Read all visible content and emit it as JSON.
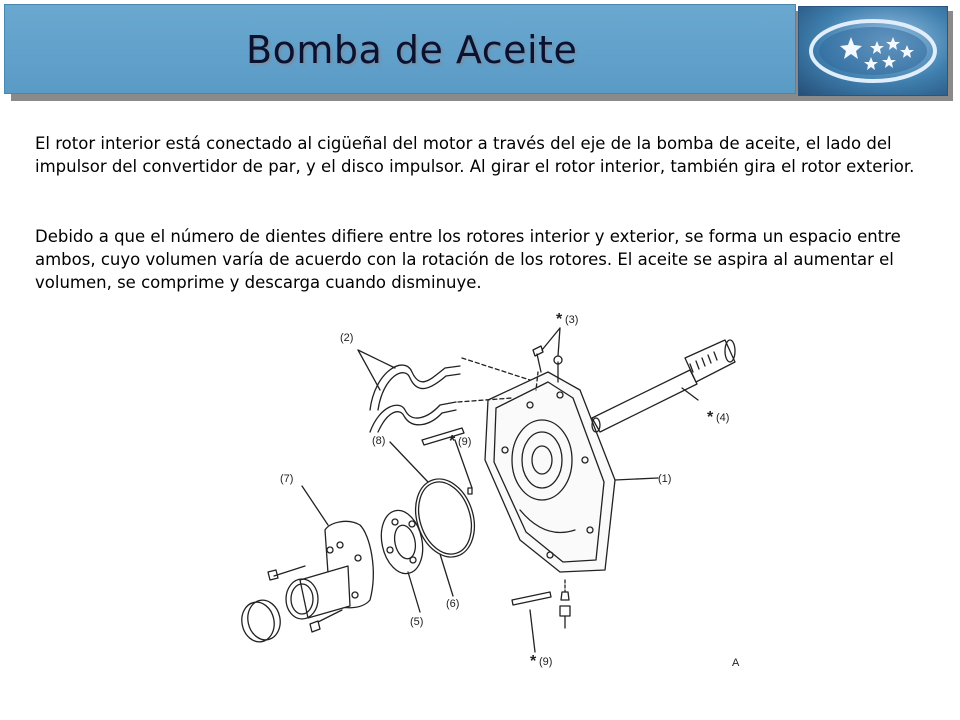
{
  "slide": {
    "title": "Bomba de Aceite",
    "paragraphs": [
      "El rotor interior está conectado al cigüeñal del motor a través del eje de la bomba de aceite, el lado del impulsor del convertidor de par, y el disco impulsor. Al girar el rotor interior, también gira el rotor exterior.",
      "Debido a que el número de dientes difiere entre los rotores interior y exterior, se forma un espacio entre ambos, cuyo volumen varía de acuerdo con la rotación de los rotores.  El aceite se aspira al aumentar el volumen, se comprime y descarga cuando disminuye."
    ]
  },
  "logo": {
    "icon": "subaru-stars-logo-icon"
  },
  "diagram": {
    "labels": {
      "l1": "(1)",
      "l2": "(2)",
      "l3": "(3)",
      "l4": "(4)",
      "l5": "(5)",
      "l6": "(6)",
      "l7": "(7)",
      "l8": "(8)",
      "l9a": "(9)",
      "l9b": "(9)"
    },
    "asterisk": "*",
    "corner_mark": "A"
  }
}
